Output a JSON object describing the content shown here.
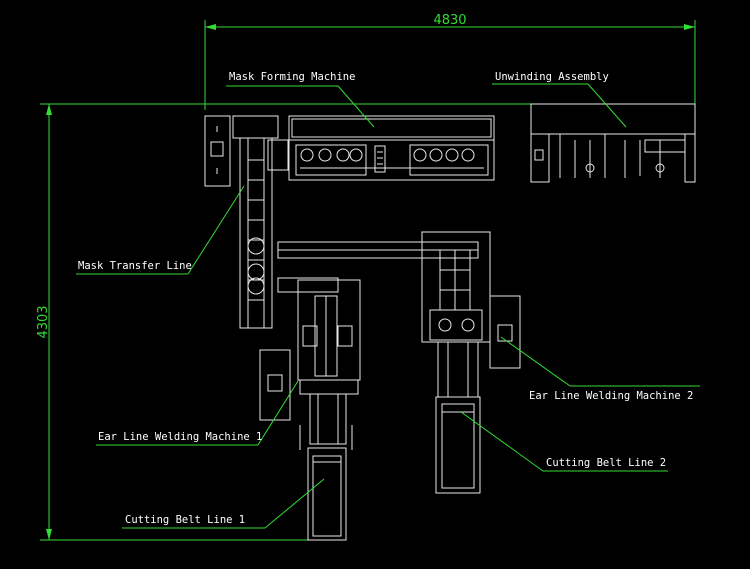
{
  "dimensions": {
    "width_value": "4830",
    "height_value": "4303"
  },
  "labels": {
    "mask_forming_machine": "Mask Forming Machine",
    "unwinding_assembly": "Unwinding Assembly",
    "mask_transfer_line": "Mask Transfer Line",
    "ear_line_welding_machine_1": "Ear Line Welding Machine 1",
    "ear_line_welding_machine_2": "Ear Line Welding Machine 2",
    "cutting_belt_line_1": "Cutting Belt Line 1",
    "cutting_belt_line_2": "Cutting Belt Line 2"
  },
  "colors": {
    "background": "#000000",
    "drawing": "#e8e8e8",
    "dimension": "#33dd33"
  }
}
